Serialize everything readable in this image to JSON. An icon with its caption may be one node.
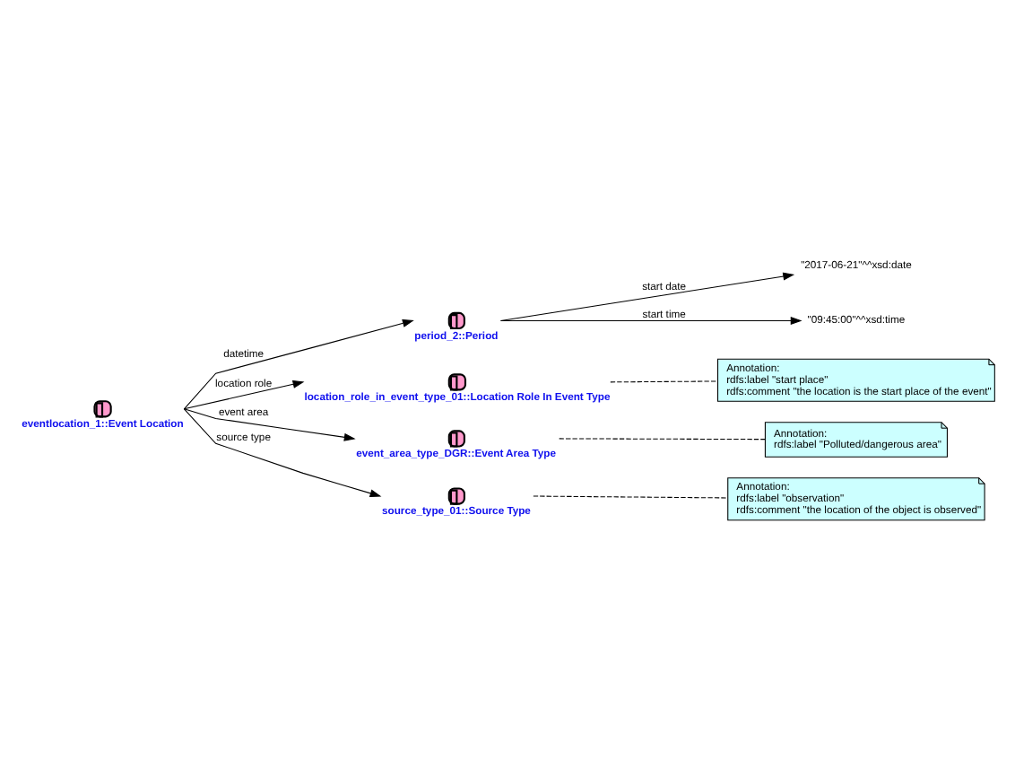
{
  "diagram": {
    "nodes": [
      {
        "text": [
          "eventlocation_1::Event Location"
        ]
      },
      {
        "text": [
          "period_2::Period"
        ]
      },
      {
        "text": [
          "\"2017-06-21\"^^xsd:date"
        ]
      },
      {
        "text": [
          "\"09:45:00\"^^xsd:time"
        ]
      },
      {
        "text": [
          "location_role_in_event_type_01::Location Role In Event Type"
        ]
      },
      {
        "text": [
          "Annotation:",
          "rdfs:label \"start place\"",
          "rdfs:comment \"the location is the start place of the event\""
        ]
      },
      {
        "text": [
          "event_area_type_DGR::Event Area Type"
        ]
      },
      {
        "text": [
          "Annotation:",
          "rdfs:label \"Polluted/dangerous area\""
        ]
      },
      {
        "text": [
          "source_type_01::Source Type"
        ]
      },
      {
        "text": [
          "Annotation:",
          "rdfs:label \"observation\"",
          "rdfs:comment \"the location of the object is observed\""
        ]
      }
    ],
    "edges": [
      {
        "from": 0,
        "to": 1,
        "arrow": "to",
        "label": "datetime"
      },
      {
        "from": 1,
        "to": 2,
        "arrow": "to",
        "label": "start date"
      },
      {
        "from": 1,
        "to": 3,
        "arrow": "to",
        "label": "start time"
      },
      {
        "from": 0,
        "to": 4,
        "arrow": "to",
        "label": "location role"
      },
      {
        "from": 4,
        "to": 5,
        "arrow": "none",
        "style": "dashed"
      },
      {
        "from": 0,
        "to": 6,
        "arrow": "to",
        "label": "event area"
      },
      {
        "from": 6,
        "to": 7,
        "arrow": "none",
        "style": "dashed"
      },
      {
        "from": 0,
        "to": 8,
        "arrow": "to",
        "label": "source type"
      },
      {
        "from": 8,
        "to": 9,
        "arrow": "none",
        "style": "dashed"
      }
    ]
  }
}
